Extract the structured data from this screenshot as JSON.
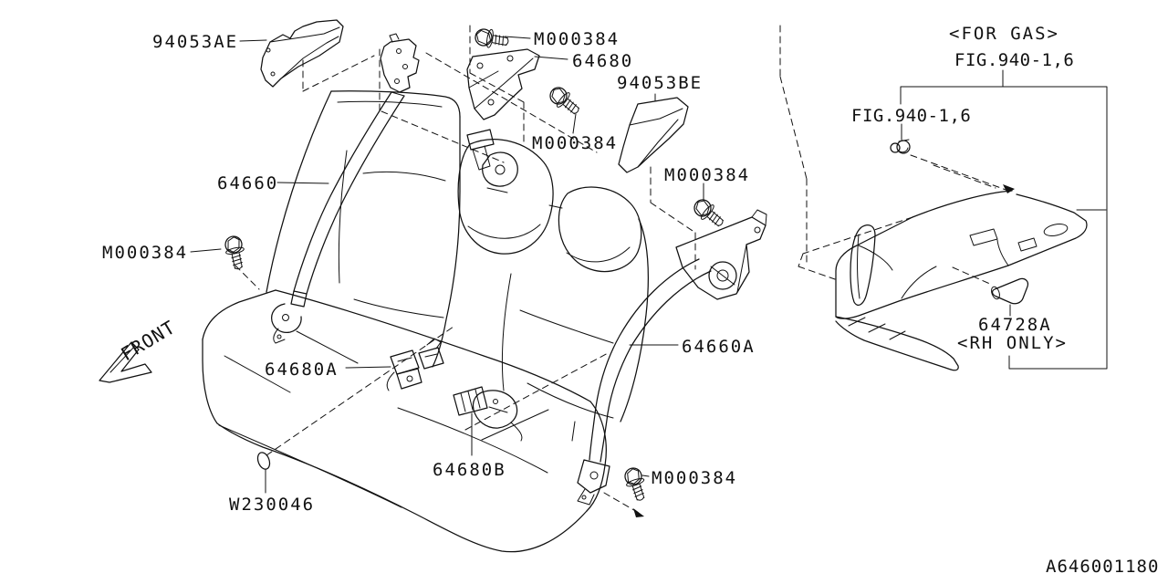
{
  "diagram": {
    "code": "A646001180",
    "direction_label": "FRONT",
    "notes": {
      "for_gas": "<FOR GAS>",
      "rh_only": "<RH ONLY>",
      "fig_reference": "FIG.940-1,6"
    },
    "parts": {
      "belt_outer_lh": "64660",
      "belt_outer_rh": "64660A",
      "belt_center_upper": "64680",
      "buckle_center_lh": "64680A",
      "buckle_center_rh": "64680B",
      "cover_anchor_lh": "94053AE",
      "cover_anchor_rh": "94053BE",
      "cover_cap_rh": "64728A",
      "bolt": "M000384",
      "clip": "W230046"
    },
    "colors": {
      "background": "#ffffff",
      "line": "#111111"
    }
  }
}
